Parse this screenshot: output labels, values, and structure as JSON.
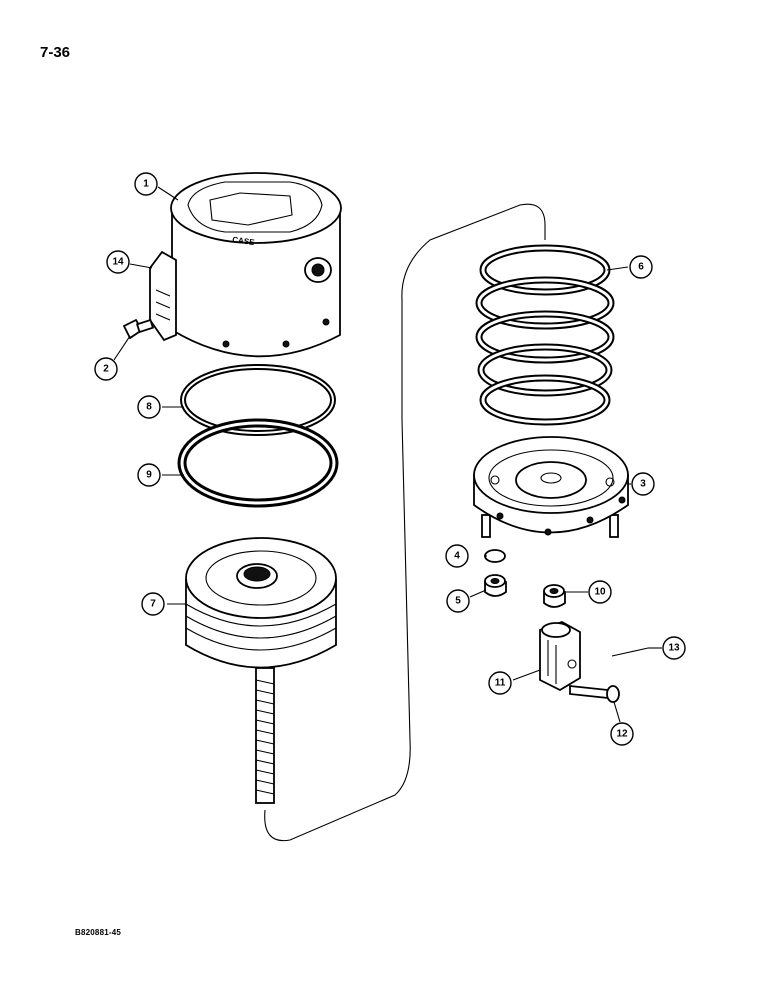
{
  "page_number": "7-36",
  "figure_code": "B820881-45",
  "callouts": [
    "1",
    "2",
    "3",
    "4",
    "5",
    "6",
    "7",
    "8",
    "9",
    "10",
    "11",
    "12",
    "13",
    "14"
  ],
  "cover_label": "CASE",
  "colors": {
    "ink": "#000000",
    "paper": "#ffffff"
  }
}
